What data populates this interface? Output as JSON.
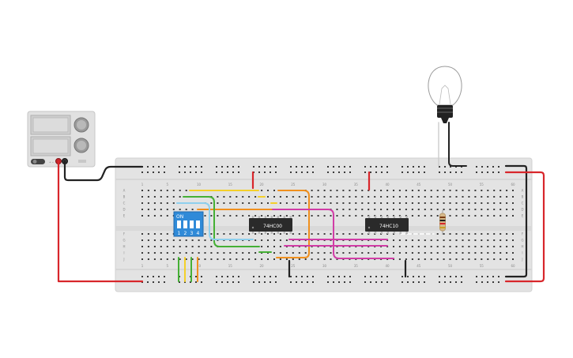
{
  "power_supply": {
    "display_top": "",
    "display_bottom": ""
  },
  "breadboard": {
    "column_numbers": [
      "1",
      "5",
      "10",
      "15",
      "20",
      "25",
      "30",
      "35",
      "40",
      "45",
      "50",
      "55",
      "60"
    ],
    "row_letters_top": [
      "A",
      "B",
      "C",
      "D",
      "E"
    ],
    "row_letters_bottom": [
      "F",
      "G",
      "H",
      "I",
      "J"
    ]
  },
  "dip_switch": {
    "label": "ON",
    "switch_numbers": [
      "1",
      "2",
      "3",
      "4"
    ]
  },
  "chips": {
    "chip1_label": "74HC00",
    "chip2_label": "74HC10"
  },
  "colors": {
    "red_wire": "#d8262b",
    "black_wire": "#222222",
    "orange_wire": "#f0901e",
    "yellow_wire": "#f4d02a",
    "green_wire": "#45b035",
    "magenta_wire": "#d13da6",
    "light_blue_wire": "#8ed0ee",
    "dip_blue": "#2f8ad8"
  }
}
